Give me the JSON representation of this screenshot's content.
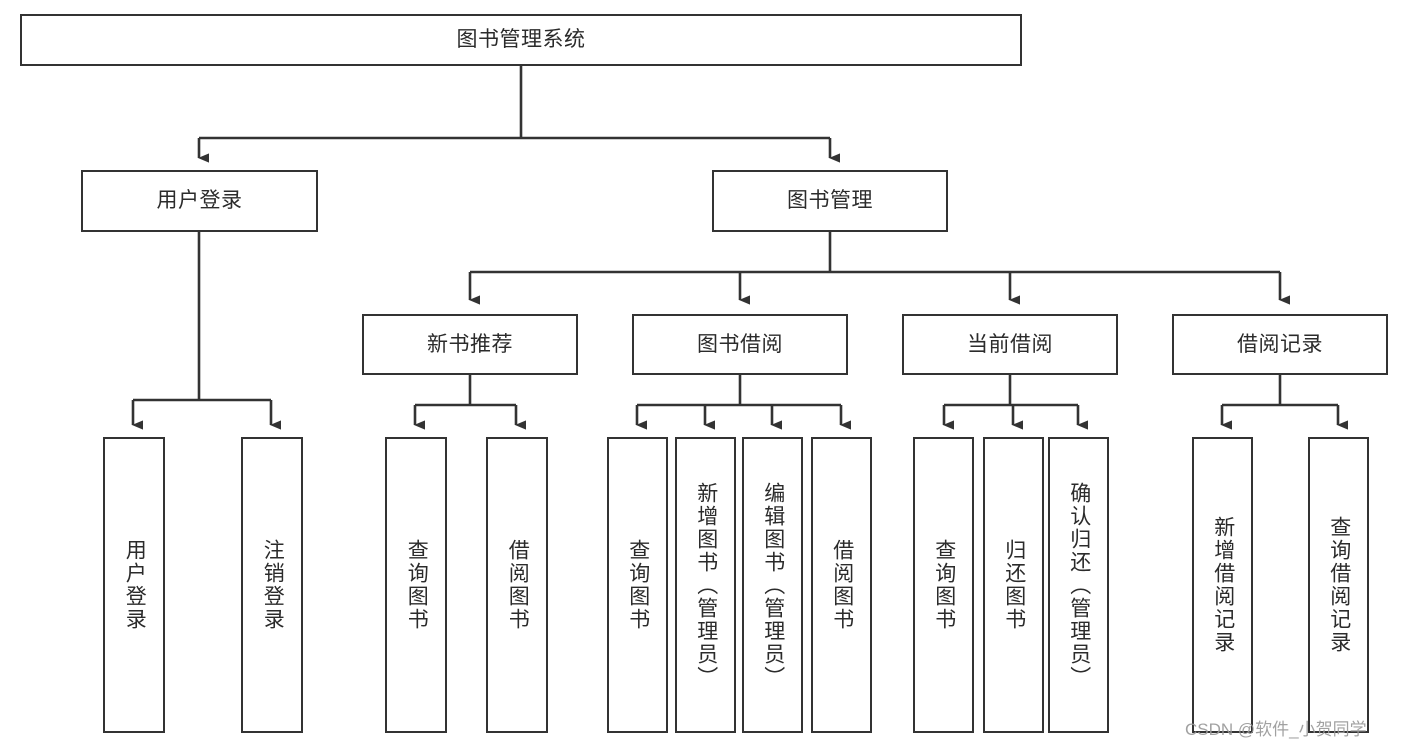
{
  "diagram": {
    "title": "图书管理系统",
    "type": "hierarchy-tree",
    "root": {
      "label": "图书管理系统"
    },
    "level2": [
      {
        "label": "用户登录"
      },
      {
        "label": "图书管理"
      }
    ],
    "level3": [
      {
        "label": "新书推荐"
      },
      {
        "label": "图书借阅"
      },
      {
        "label": "当前借阅"
      },
      {
        "label": "借阅记录"
      }
    ],
    "leaves": {
      "user_login": [
        {
          "label": "用户登录"
        },
        {
          "label": "注销登录"
        }
      ],
      "new_book_recommend": [
        {
          "label": "查询图书"
        },
        {
          "label": "借阅图书"
        }
      ],
      "book_borrow": [
        {
          "label": "查询图书"
        },
        {
          "label": "新增图书（管理员）"
        },
        {
          "label": "编辑图书（管理员）"
        },
        {
          "label": "借阅图书"
        }
      ],
      "current_borrow": [
        {
          "label": "查询图书"
        },
        {
          "label": "归还图书"
        },
        {
          "label": "确认归还（管理员）"
        }
      ],
      "borrow_record": [
        {
          "label": "新增借阅记录"
        },
        {
          "label": "查询借阅记录"
        }
      ]
    }
  },
  "watermark": {
    "text": "CSDN @软件_小贺同学"
  },
  "colors": {
    "border": "#333333",
    "text": "#2b2b2b",
    "background": "#ffffff",
    "watermark": "#9a9a9a"
  }
}
